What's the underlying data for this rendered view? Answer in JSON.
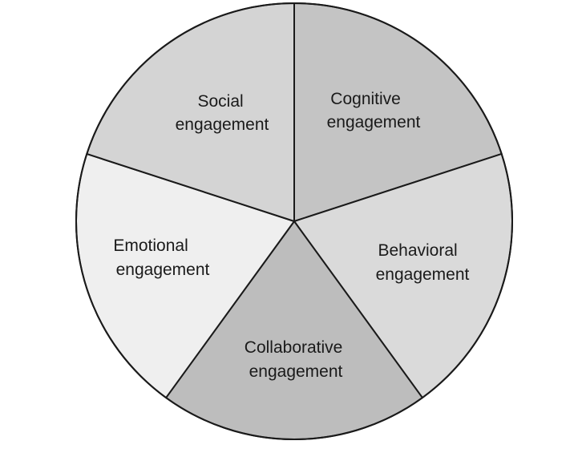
{
  "diagram": {
    "segments": [
      {
        "id": "cognitive",
        "line1": "Cognitive",
        "line2": "engagement",
        "color": "#c4c4c4"
      },
      {
        "id": "behavioral",
        "line1": "Behavioral",
        "line2": "engagement",
        "color": "#dadada"
      },
      {
        "id": "collaborative",
        "line1": "Collaborative",
        "line2": "engagement",
        "color": "#bdbdbd"
      },
      {
        "id": "emotional",
        "line1": "Emotional",
        "line2": "engagement",
        "color": "#efefef"
      },
      {
        "id": "social",
        "line1": "Social",
        "line2": "engagement",
        "color": "#d4d4d4"
      }
    ]
  }
}
